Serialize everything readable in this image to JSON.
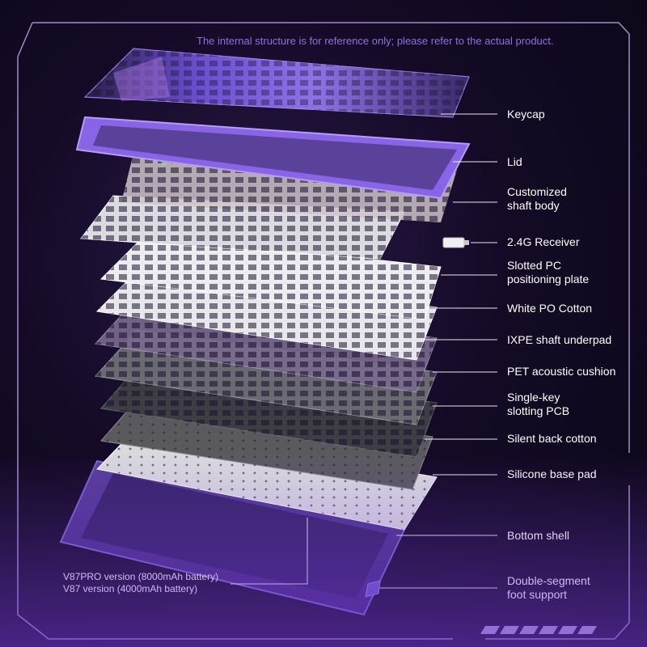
{
  "disclaimer": "The internal structure is for reference only; please refer to the actual product.",
  "components": [
    {
      "line1": "Keycap",
      "line2": ""
    },
    {
      "line1": "Lid",
      "line2": ""
    },
    {
      "line1": "Customized",
      "line2": "shaft body"
    },
    {
      "line1": "2.4G Receiver",
      "line2": ""
    },
    {
      "line1": "Slotted PC",
      "line2": "positioning plate"
    },
    {
      "line1": "White PO Cotton",
      "line2": ""
    },
    {
      "line1": "IXPE shaft underpad",
      "line2": ""
    },
    {
      "line1": "PET acoustic cushion",
      "line2": ""
    },
    {
      "line1": "Single-key",
      "line2": "slotting PCB"
    },
    {
      "line1": "Silent back cotton",
      "line2": ""
    },
    {
      "line1": "Silicone base pad",
      "line2": ""
    },
    {
      "line1": "Bottom shell",
      "line2": ""
    },
    {
      "line1": "Double-segment",
      "line2": "foot support"
    }
  ],
  "battery_note": {
    "pro": "V87PRO version (8000mAh battery)",
    "standard": "V87 version (4000mAh battery)"
  },
  "colors": {
    "accent": "#7b4fd6",
    "frame": "#b9a6e8",
    "label_text": "#ffffff",
    "disclaimer_text": "#8f6fe0"
  }
}
